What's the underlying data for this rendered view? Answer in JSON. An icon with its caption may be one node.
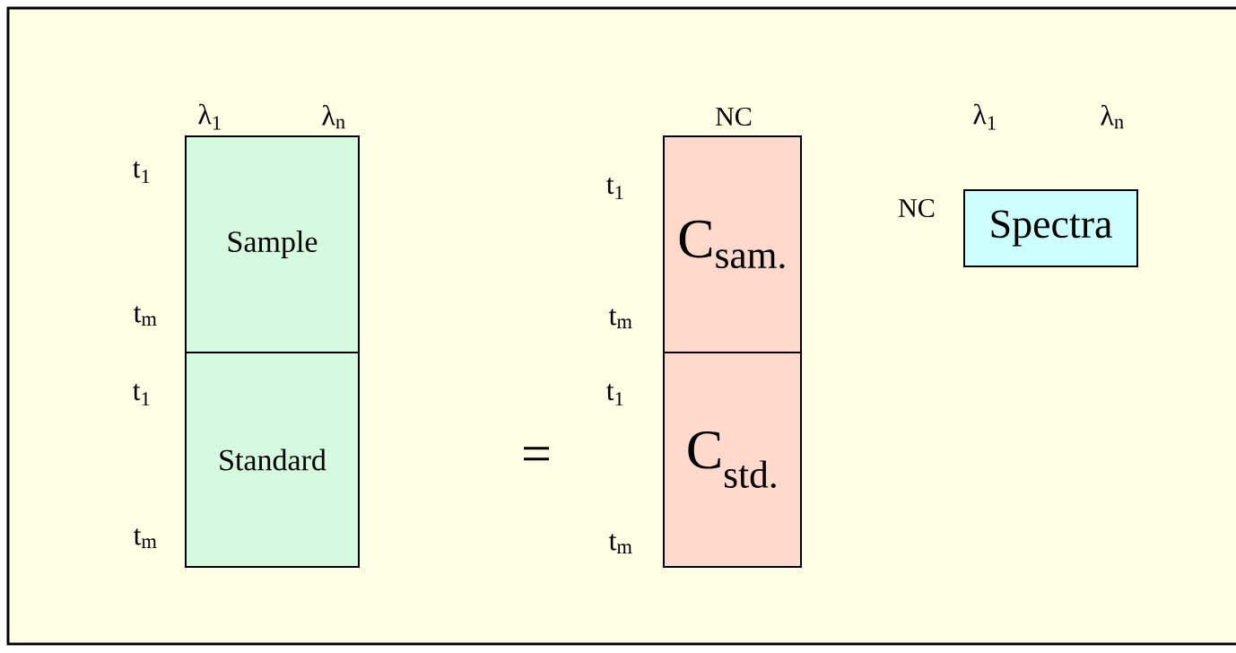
{
  "diagram": {
    "nodes": [
      {
        "text": [
          "Sample"
        ]
      },
      {
        "text": [
          "Standard"
        ]
      },
      {
        "text": [
          "C$_{sam.}$"
        ]
      },
      {
        "text": [
          "C$_{std.}$"
        ]
      },
      {
        "text": [
          "Spectra"
        ]
      }
    ],
    "labels": [
      "λ$_{1}$",
      "λ$_{n}$",
      "NC",
      "λ$_{1}$",
      "λ$_{n}$",
      "t$_{1}$",
      "t$_{1}$",
      "NC",
      "t$_{m}$",
      "t$_{m}$",
      "t$_{1}$",
      "t$_{1}$",
      "=",
      "t$_{m}$",
      "t$_{m}$"
    ]
  }
}
